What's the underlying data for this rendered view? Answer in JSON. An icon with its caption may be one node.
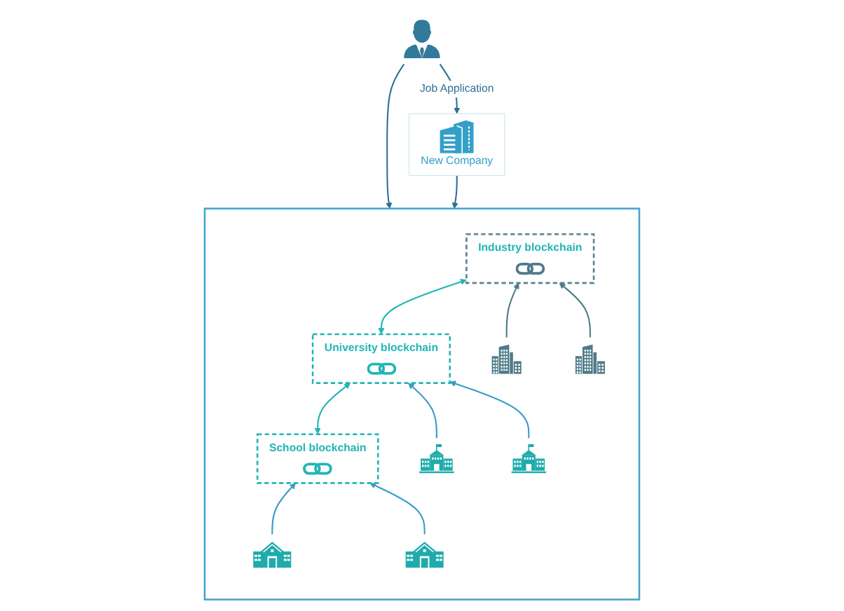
{
  "diagram": {
    "nodes": [
      {
        "text": [],
        "shape": "person"
      },
      {
        "text": [
          "New Company"
        ]
      },
      {
        "text": [],
        "shape": "box"
      },
      {
        "text": [
          "School blockchain"
        ],
        "in": 2
      },
      {
        "text": [
          "University blockchain"
        ],
        "in": 2
      },
      {
        "text": [
          "Industry blockchain"
        ],
        "in": 2
      },
      {
        "text": [],
        "shape": "picture",
        "in": 2
      },
      {
        "text": [],
        "shape": "picture",
        "in": 2
      },
      {
        "text": [],
        "shape": "picture",
        "in": 2
      },
      {
        "text": [],
        "shape": "picture",
        "in": 2
      },
      {
        "text": [],
        "shape": "picture",
        "in": 2
      },
      {
        "text": [],
        "shape": "picture",
        "in": 2
      }
    ],
    "edges": [
      {
        "from": 0,
        "to": 1,
        "label": "Job Application",
        "arrow": "to",
        "color": "#2e7095"
      },
      {
        "from": 0,
        "to": 2,
        "arrow": "to",
        "color": "#2e7095"
      },
      {
        "from": 1,
        "to": 2,
        "arrow": "to",
        "color": "#2e7095"
      },
      {
        "from": 3,
        "to": 4,
        "arrow": "both",
        "color": "#22b5b5"
      },
      {
        "from": 4,
        "to": 5,
        "arrow": "both",
        "color": "#22b5b5"
      },
      {
        "from": 6,
        "to": 3,
        "arrow": "to"
      },
      {
        "from": 7,
        "to": 3,
        "arrow": "to"
      },
      {
        "from": 8,
        "to": 4,
        "arrow": "to"
      },
      {
        "from": 9,
        "to": 4,
        "arrow": "to"
      },
      {
        "from": 10,
        "to": 5,
        "arrow": "to",
        "color": "#4e7b88"
      },
      {
        "from": 11,
        "to": 5,
        "arrow": "to",
        "color": "#4e7b88"
      }
    ]
  }
}
